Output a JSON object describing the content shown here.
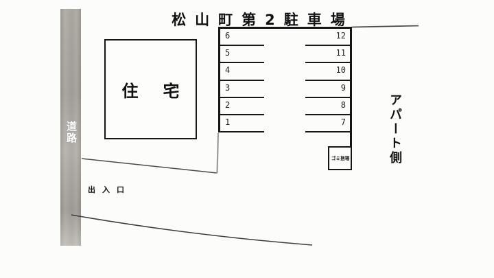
{
  "title": "松山町第2駐車場",
  "building_label": "住宅",
  "road_label": "道路",
  "entrance_label": "出入口",
  "apartment_side_label": "アパート側",
  "garbage_label": "ゴミ捨場",
  "parking": {
    "left_column": [
      "6",
      "5",
      "4",
      "3",
      "2",
      "1"
    ],
    "right_column": [
      "12",
      "11",
      "10",
      "9",
      "8",
      "7"
    ]
  },
  "colors": {
    "ink": "#161616",
    "road_gray": "#a8a49e",
    "boundary_gray": "#4a4a4a"
  }
}
